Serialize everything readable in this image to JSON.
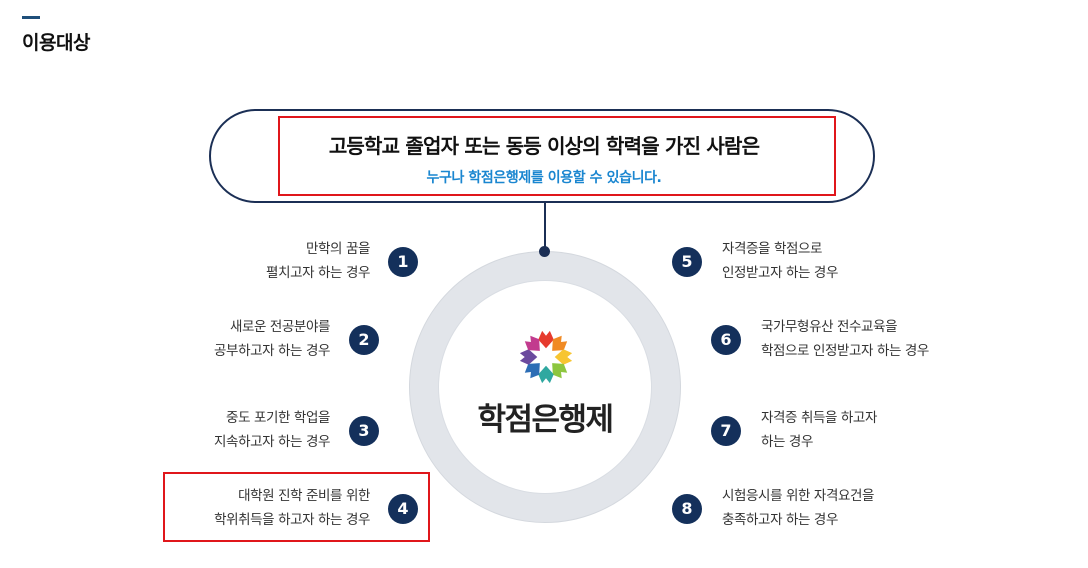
{
  "section": {
    "title": "이용대상"
  },
  "summary": {
    "headline": "고등학교 졸업자 또는 동등 이상의 학력을 가진 사람은",
    "subline": "누구나 학점은행제를 이용할 수 있습니다."
  },
  "center": {
    "brand": "학점은행제",
    "logo_icon": "flower-logo-icon"
  },
  "colors": {
    "navy": "#14305b",
    "highlight": "#e0161b",
    "sub_blue": "#1a86d0"
  },
  "items": [
    {
      "number": "1",
      "line1": "만학의 꿈을",
      "line2": "펼치고자 하는 경우"
    },
    {
      "number": "2",
      "line1": "새로운 전공분야를",
      "line2": "공부하고자 하는 경우"
    },
    {
      "number": "3",
      "line1": "중도 포기한 학업을",
      "line2": "지속하고자 하는 경우"
    },
    {
      "number": "4",
      "line1": "대학원 진학 준비를 위한",
      "line2": "학위취득을 하고자 하는 경우"
    },
    {
      "number": "5",
      "line1": "자격증을 학점으로",
      "line2": "인정받고자 하는 경우"
    },
    {
      "number": "6",
      "line1": "국가무형유산 전수교육을",
      "line2": "학점으로 인정받고자 하는 경우"
    },
    {
      "number": "7",
      "line1": "자격증 취득을 하고자",
      "line2": "하는 경우"
    },
    {
      "number": "8",
      "line1": "시험응시를 위한 자격요건을",
      "line2": "충족하고자 하는 경우"
    }
  ]
}
